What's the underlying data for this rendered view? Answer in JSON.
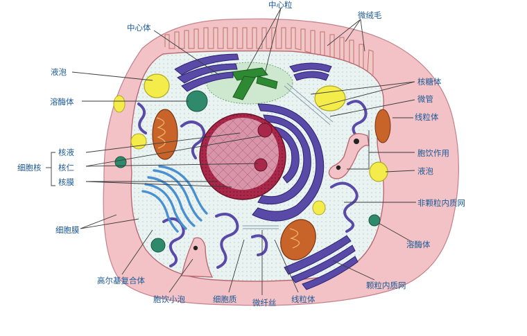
{
  "labels": {
    "centriole": "中心粒",
    "microvilli": "微绒毛",
    "centrosome": "中心体",
    "vacuole_left": "液泡",
    "lysosome_left": "溶酶体",
    "nucleus_group": "细胞核",
    "nucleoplasm": "核液",
    "nucleolus": "核仁",
    "nuclear_envelope": "核膜",
    "cell_membrane": "细胞膜",
    "golgi": "高尔基复合体",
    "pinocytic_vesicle": "胞饮小泡",
    "cytoplasm": "细胞质",
    "microfilament": "微纤丝",
    "mitochondrion_bottom": "线粒体",
    "rough_er": "颗粒内质网",
    "lysosome_right": "溶酶体",
    "smooth_er": "非颗粒内质网",
    "vacuole_right": "液泡",
    "pinocytosis": "胞饮作用",
    "mitochondrion_right": "线粒体",
    "microtubule": "微管",
    "ribosome": "核糖体"
  },
  "colors": {
    "cell_wall_pink": "#f2c2c6",
    "cytoplasm": "#e9f4f2",
    "er_blue": "#5a4aa8",
    "golgi_blue": "#4a90d0",
    "mito_orange": "#c8642a",
    "vacuole_yellow": "#f4ec4a",
    "nucleus_pink": "#d894a8",
    "nucleus_dark": "#a8284a",
    "centriole_green": "#2e8a32",
    "lysosome_green": "#2e8a6a",
    "label_text": "#1d5a96"
  }
}
